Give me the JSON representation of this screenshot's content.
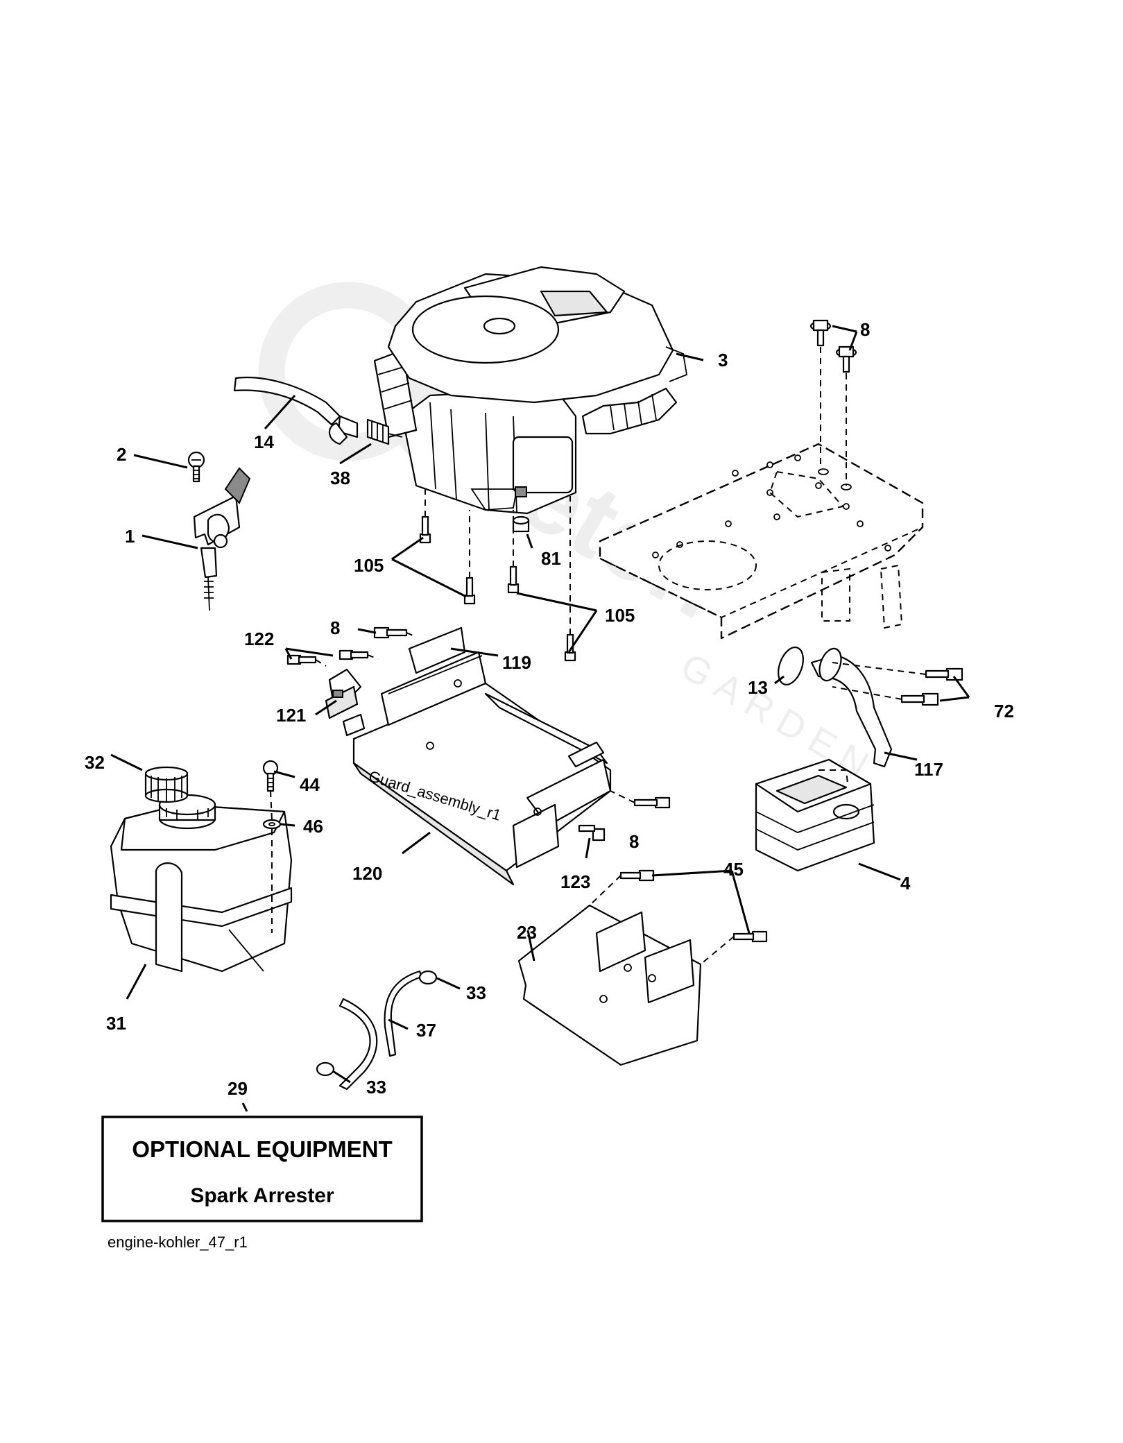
{
  "labels": {
    "l1": "1",
    "l2": "2",
    "l3": "3",
    "l4": "4",
    "l8a": "8",
    "l8b": "8",
    "l8c": "8",
    "l13": "13",
    "l14": "14",
    "l23": "23",
    "l29": "29",
    "l31": "31",
    "l32": "32",
    "l33a": "33",
    "l33b": "33",
    "l37": "37",
    "l38": "38",
    "l44": "44",
    "l45": "45",
    "l46": "46",
    "l72": "72",
    "l81": "81",
    "l105a": "105",
    "l105b": "105",
    "l117": "117",
    "l119": "119",
    "l120": "120",
    "l121": "121",
    "l122": "122",
    "l123": "123"
  },
  "optional_box": {
    "title": "OPTIONAL EQUIPMENT",
    "subtitle": "Spark Arrester"
  },
  "guard_text": "Guard_assembly_r1",
  "caption": "engine-kohler_47_r1",
  "watermark": {
    "brand": "Stretch",
    "sub": "GARDEN"
  }
}
